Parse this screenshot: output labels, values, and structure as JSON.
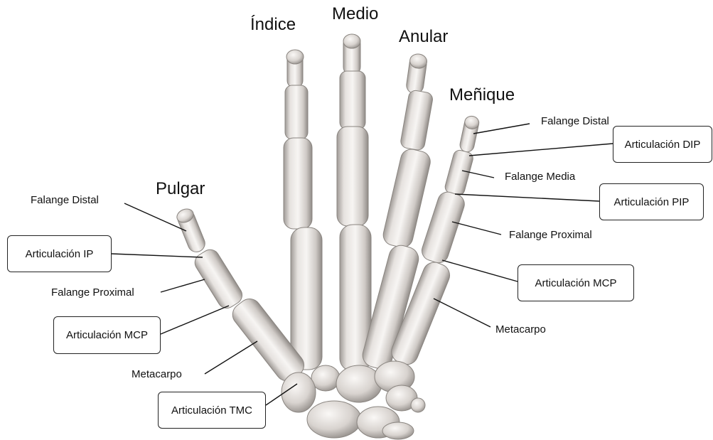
{
  "fingers": {
    "index": "Índice",
    "middle": "Medio",
    "ring": "Anular",
    "pinky": "Meñique",
    "thumb": "Pulgar"
  },
  "labels": {
    "thumb_distal_phalanx": "Falange Distal",
    "thumb_ip_joint": "Articulación IP",
    "thumb_proximal_phalanx": "Falange Proximal",
    "thumb_mcp_joint": "Articulación MCP",
    "thumb_metacarpal": "Metacarpo",
    "thumb_tmc_joint": "Articulación TMC",
    "pinky_distal_phalanx": "Falange Distal",
    "pinky_dip_joint": "Articulación DIP",
    "pinky_middle_phalanx": "Falange Media",
    "pinky_pip_joint": "Articulación PIP",
    "pinky_proximal_phalanx": "Falange Proximal",
    "pinky_mcp_joint": "Articulación MCP",
    "pinky_metacarpal": "Metacarpo"
  }
}
